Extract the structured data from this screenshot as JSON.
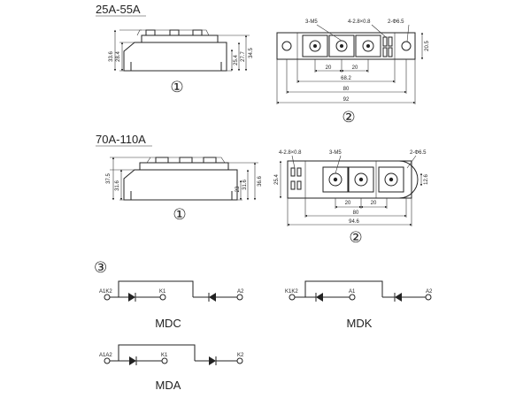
{
  "sections": {
    "top_title": "25A-55A",
    "mid_title": "70A-110A"
  },
  "markers": {
    "one": "①",
    "two": "②",
    "three": "③"
  },
  "top_side": {
    "h1": "33.6",
    "h2": "28.4",
    "h3": "25.4",
    "h4": "27.7",
    "h5": "34.5"
  },
  "top_plan": {
    "screw": "3-M5",
    "tab": "4-2.8×0.8",
    "hole": "2-Φ6.5",
    "height": "20.5",
    "pitch1": "20",
    "pitch2": "20",
    "d1": "68.2",
    "d2": "80",
    "d3": "92"
  },
  "mid_side": {
    "h1": "37.5",
    "h2": "31.6",
    "h3": "23",
    "h4": "31.6",
    "h5": "36.6"
  },
  "mid_plan": {
    "tab": "4-2.8×0.8",
    "screw": "3-M5",
    "hole": "2-Φ6.5",
    "height": "25.4",
    "h_right": "12.6",
    "pitch1": "20",
    "pitch2": "20",
    "d1": "80",
    "d2": "94.6"
  },
  "circuits": {
    "mdc": {
      "name": "MDC",
      "t1": "A1K2",
      "t2": "K1",
      "t3": "A2"
    },
    "mdk": {
      "name": "MDK",
      "t1": "K1K2",
      "t2": "A1",
      "t3": "A2"
    },
    "mda": {
      "name": "MDA",
      "t1": "A1A2",
      "t2": "K1",
      "t3": "K2"
    }
  }
}
